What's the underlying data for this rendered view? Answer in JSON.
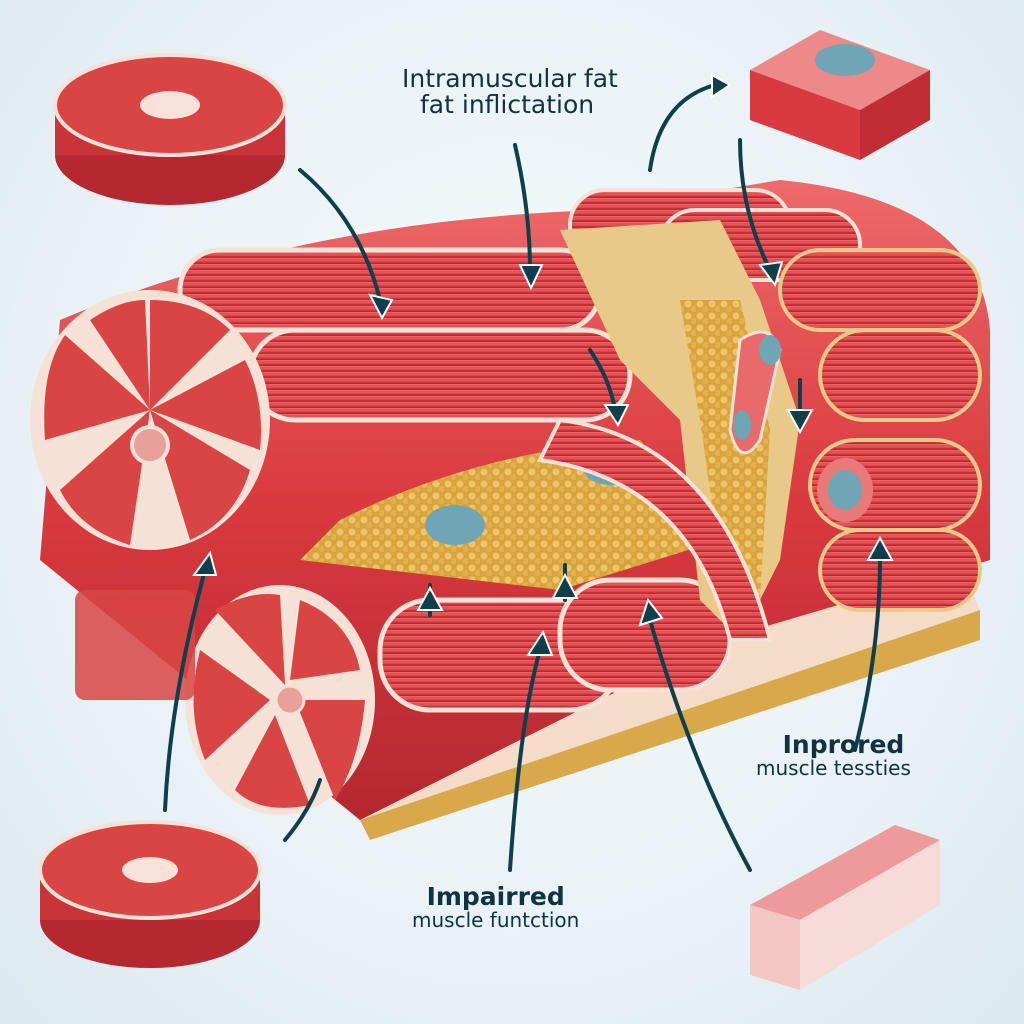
{
  "figure": {
    "title": "Intramuscular fat infiltration diagram",
    "labels": {
      "top": {
        "line1": "Intramuscular fat",
        "line2": "fat inflictation"
      },
      "right": {
        "line1": "Inprored",
        "line2": "muscle tessties"
      },
      "bottom": {
        "line1": "Impairred",
        "line2": "muscle funtction"
      }
    },
    "insets": [
      {
        "name": "muscle-cross-section-disc-top-left"
      },
      {
        "name": "muscle-block-with-fat-deposit-top-right"
      },
      {
        "name": "muscle-cross-section-disc-bottom-left"
      },
      {
        "name": "pale-muscle-block-bottom-right"
      }
    ],
    "colors": {
      "muscle_red": "#d93a3f",
      "muscle_dark": "#b52830",
      "connective_tissue": "#f6e1d6",
      "fat_yellow": "#d9a33e",
      "fat_deposit_blue": "#6fa5b4",
      "arrow_teal": "#0f3f4c",
      "text_dark": "#0f3340",
      "background": "#eef5f8"
    }
  }
}
